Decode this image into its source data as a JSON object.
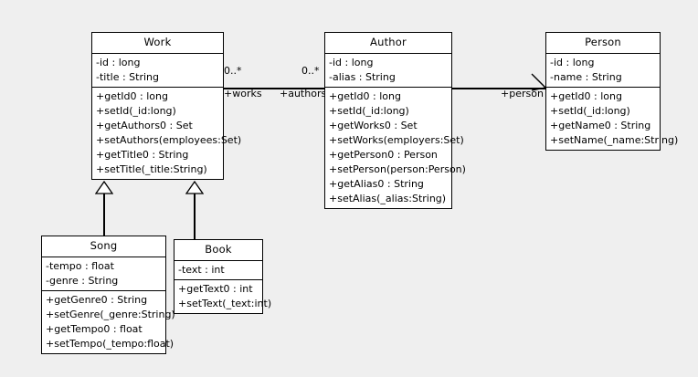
{
  "diagram": {
    "title": "UML Class Diagram",
    "background_color": "#efefef",
    "box_fill": "#ffffff",
    "line_color": "#000000"
  },
  "classes": {
    "work": {
      "name": "Work",
      "attributes": [
        "-id : long",
        "-title : String"
      ],
      "operations": [
        "+getId0 : long",
        "+setId(_id:long)",
        "+getAuthors0 : Set",
        "+setAuthors(employees:Set)",
        "+getTitle0 : String",
        "+setTitle(_title:String)"
      ]
    },
    "author": {
      "name": "Author",
      "attributes": [
        "-id : long",
        "-alias : String"
      ],
      "operations": [
        "+getId0 : long",
        "+setId(_id:long)",
        "+getWorks0 : Set",
        "+setWorks(employers:Set)",
        "+getPerson0 : Person",
        "+setPerson(person:Person)",
        "+getAlias0 : String",
        "+setAlias(_alias:String)"
      ]
    },
    "person": {
      "name": "Person",
      "attributes": [
        "-id : long",
        "-name : String"
      ],
      "operations": [
        "+getId0 : long",
        "+setId(_id:long)",
        "+getName0 : String",
        "+setName(_name:String)"
      ]
    },
    "song": {
      "name": "Song",
      "attributes": [
        "-tempo : float",
        "-genre : String"
      ],
      "operations": [
        "+getGenre0 : String",
        "+setGenre(_genre:String)",
        "+getTempo0 : float",
        "+setTempo(_tempo:float)"
      ]
    },
    "book": {
      "name": "Book",
      "attributes": [
        "-text : int"
      ],
      "operations": [
        "+getText0 : int",
        "+setText(_text:int)"
      ]
    }
  },
  "relations": {
    "work_author": {
      "source_multiplicity": "0..*",
      "target_multiplicity": "0..*",
      "source_role": "+works",
      "target_role": "+authors"
    },
    "author_person": {
      "target_role": "+person"
    },
    "song_work": {
      "kind": "generalization"
    },
    "book_work": {
      "kind": "generalization"
    }
  }
}
